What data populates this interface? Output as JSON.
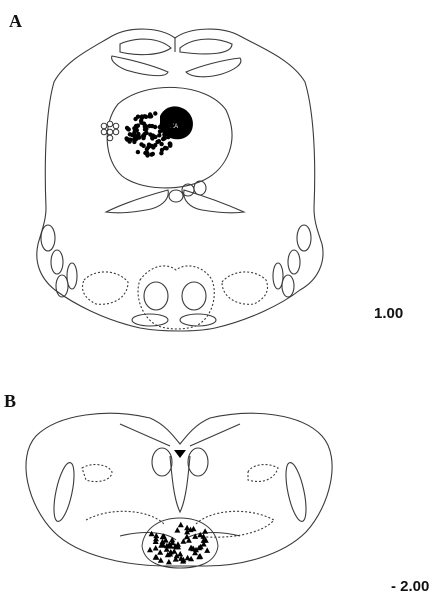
{
  "panels": [
    {
      "letter": "A",
      "coordinate": "1.00",
      "marker": "filled-circle",
      "marker_count": 100,
      "open_circle_count": 7,
      "injection_label": "NA"
    },
    {
      "letter": "B",
      "coordinate": "- 2.00",
      "marker": "triangle",
      "marker_count": 66
    }
  ],
  "colors": {
    "line": "#3a3a3a",
    "marker": "#000000",
    "background": "#ffffff"
  }
}
